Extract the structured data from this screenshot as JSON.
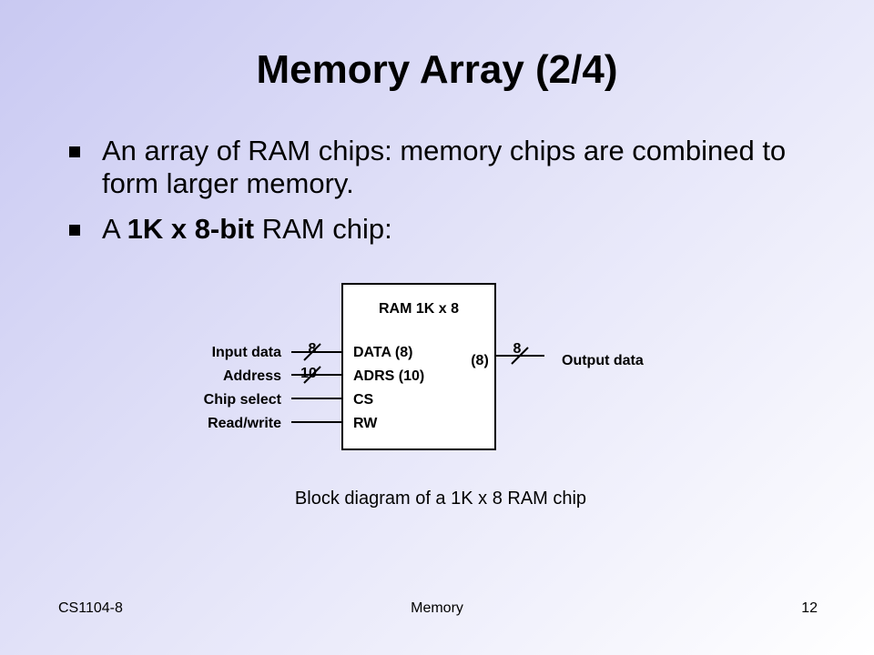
{
  "slide": {
    "title": "Memory Array (2/4)",
    "bullets": [
      {
        "text": "An array of RAM chips: memory chips are combined to form larger memory."
      },
      {
        "pre": "A ",
        "bold1": "1K x 8-bit",
        "post": " RAM chip:"
      }
    ]
  },
  "diagram": {
    "chip_title": "RAM 1K x 8",
    "ports": [
      "DATA (8)",
      "ADRS (10)",
      "CS",
      "RW"
    ],
    "inputs": [
      "Input data",
      "Address",
      "Chip select",
      "Read/write"
    ],
    "bus_widths": {
      "input_data": "8",
      "address": "10",
      "output": "8",
      "output_internal": "(8)"
    },
    "output_label": "Output data",
    "caption": "Block diagram of a 1K x 8 RAM chip"
  },
  "footer": {
    "course": "CS1104-8",
    "topic": "Memory",
    "page": "12"
  }
}
